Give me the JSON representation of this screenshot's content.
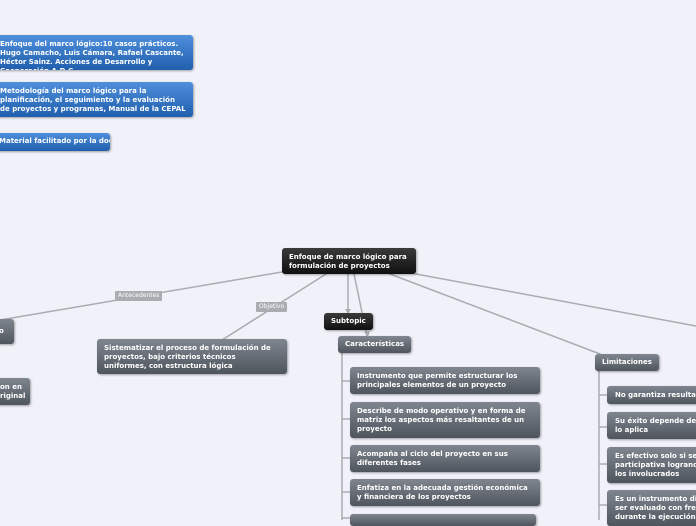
{
  "root": {
    "label": "Enfoque de marco lógico para formulación de proyectos"
  },
  "sources": [
    "Enfoque del marco lógico:10 casos prácticos. Hugo Camacho, Luis Cámara, Rafael Cascante, Héctor Sainz. Acciones de Desarrollo y Cooperación A.D.C",
    "Metodología del marco lógico para la planificación, el seguimiento y la evaluación de proyectos y programas, Manual de la CEPAL",
    "Material facilitado por la docente"
  ],
  "edge_labels": {
    "antecedentes": "Antecedentes",
    "objetivo": "Objetivo"
  },
  "left_nodes": {
    "partial_top": "o",
    "partial_bottom": "on en riginal"
  },
  "objective": {
    "label": "Sistematizar el proceso de formulación de proyectos, bajo criterios técnicos uniformes, con estructura lógica"
  },
  "subtopic": {
    "label": "Subtopic"
  },
  "caracteristicas": {
    "label": "Características",
    "items": [
      "Instrumento que permite estructurar los principales elementos de un proyecto",
      "Describe de modo operativo y en forma de matriz los aspectos más resaltantes de un proyecto",
      "Acompaña al ciclo del proyecto en sus diferentes fases",
      "Enfatiza en la adecuada gestión económica y financiera de los proyectos",
      ""
    ]
  },
  "limitaciones": {
    "label": "Limitaciones",
    "items": [
      "No garantiza resultad",
      "Su éxito depende de lo aplica",
      "Es efectivo solo si se participativa logrand los involucrados",
      "Es un instrumento di ser evaluado con fre durante la ejecución"
    ]
  }
}
